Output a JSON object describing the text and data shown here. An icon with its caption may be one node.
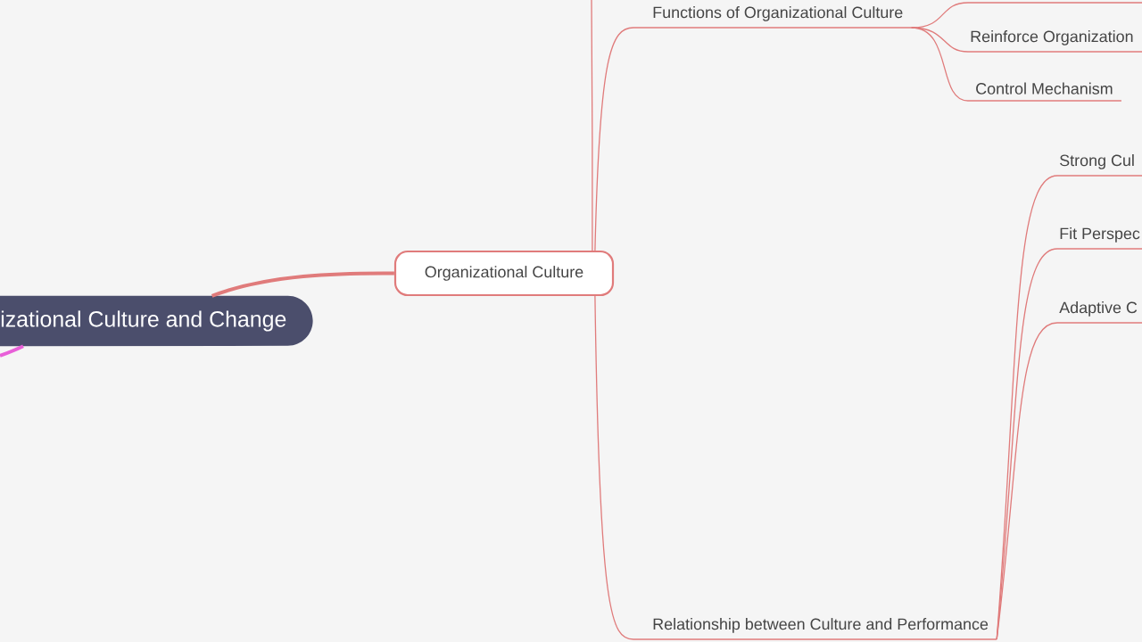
{
  "diagram": {
    "nodes": [
      {
        "text": [
          "izational Culture and Change"
        ]
      },
      {
        "text": [
          "Organizational Culture"
        ]
      },
      {
        "text": [
          "Functions of Organizational Culture"
        ]
      },
      {
        "text": [
          "Reinforce Organization"
        ]
      },
      {
        "text": [
          "Control Mechanism"
        ]
      },
      {
        "text": [
          "Relationship between Culture and Performance"
        ]
      },
      {
        "text": [
          "Strong Cul"
        ]
      },
      {
        "text": [
          "Fit Perspec"
        ]
      },
      {
        "text": [
          "Adaptive C"
        ]
      }
    ],
    "edges": [
      {
        "from": 0,
        "to": 1,
        "arrow": "none",
        "style": "thick"
      },
      {
        "from": 0,
        "to": null,
        "arrow": "none",
        "style": "thick",
        "color": "#e85fd8"
      },
      {
        "from": 1,
        "to": null,
        "arrow": "none"
      },
      {
        "from": 1,
        "to": 2,
        "arrow": "none"
      },
      {
        "from": 1,
        "to": 5,
        "arrow": "none"
      },
      {
        "from": 2,
        "to": null,
        "arrow": "none"
      },
      {
        "from": 2,
        "to": 3,
        "arrow": "none"
      },
      {
        "from": 2,
        "to": 4,
        "arrow": "none"
      },
      {
        "from": 5,
        "to": 6,
        "arrow": "none"
      },
      {
        "from": 5,
        "to": 7,
        "arrow": "none"
      },
      {
        "from": 5,
        "to": 8,
        "arrow": "none"
      }
    ]
  }
}
